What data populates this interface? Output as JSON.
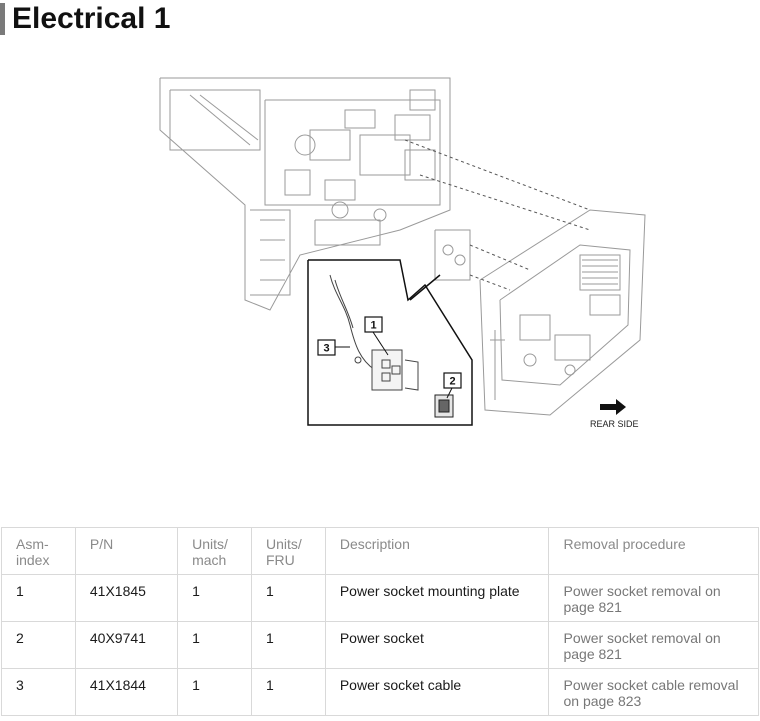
{
  "page": {
    "title": "Electrical 1"
  },
  "figure": {
    "callouts": [
      "1",
      "2",
      "3"
    ],
    "rear_label": "REAR SIDE",
    "icon": "arrow-right-icon"
  },
  "table": {
    "headers": {
      "asm_index": "Asm-\nindex",
      "pn": "P/N",
      "units_mach": "Units/\nmach",
      "units_fru": "Units/\nFRU",
      "description": "Description",
      "removal": "Removal procedure"
    },
    "rows": [
      {
        "asm_index": "1",
        "pn": "41X1845",
        "units_mach": "1",
        "units_fru": "1",
        "description": "Power socket mounting plate",
        "removal": "Power socket removal on page 821"
      },
      {
        "asm_index": "2",
        "pn": "40X9741",
        "units_mach": "1",
        "units_fru": "1",
        "description": "Power socket",
        "removal": "Power socket removal on page 821"
      },
      {
        "asm_index": "3",
        "pn": "41X1844",
        "units_mach": "1",
        "units_fru": "1",
        "description": "Power socket cable",
        "removal": "Power socket cable removal on page 823"
      }
    ]
  },
  "colors": {
    "title_bar": "#7a7a7a",
    "table_border": "#d9d9d9",
    "header_text": "#8a8a8a",
    "removal_text": "#777777"
  }
}
